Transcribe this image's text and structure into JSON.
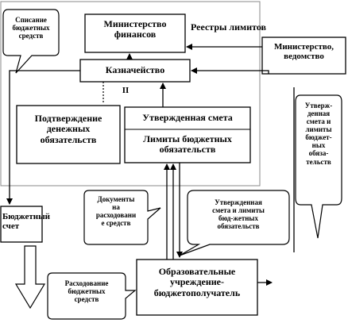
{
  "diagram": {
    "nodes": {
      "ministry_finance": "Министерство\nфинансов",
      "treasury": "Казначейство",
      "ministry_agency": "Министерство,\nведомство",
      "confirm_obligations": "Подтверждение\nденежных\nобязательств",
      "approved_estimate": "Утвержденная смета",
      "budget_limits": "Лимиты бюджетных\nобязательств",
      "budget_account": "Бюджетный\nсчет",
      "institution": "Образовательные\nучреждение-\nбюджетополучатель"
    },
    "labels": {
      "limit_registers": "Реестры лимитов",
      "roman_two": "II"
    },
    "callouts": {
      "write_off": "Списание\nбюджетных\nсредств",
      "spending_docs": "Документы\nна\nрасходовани\nе средств",
      "approved_estimate_limits": "Утвержденная\nсмета и лимиты\nбюд-жетных\nобязательств",
      "right_callout": "Утверж-\nденная\nсмета и\nлимиты\nбюджет-\nных\nобяза-\nтельств",
      "spending": "Расходование\nбюджетных\nсредств"
    }
  }
}
